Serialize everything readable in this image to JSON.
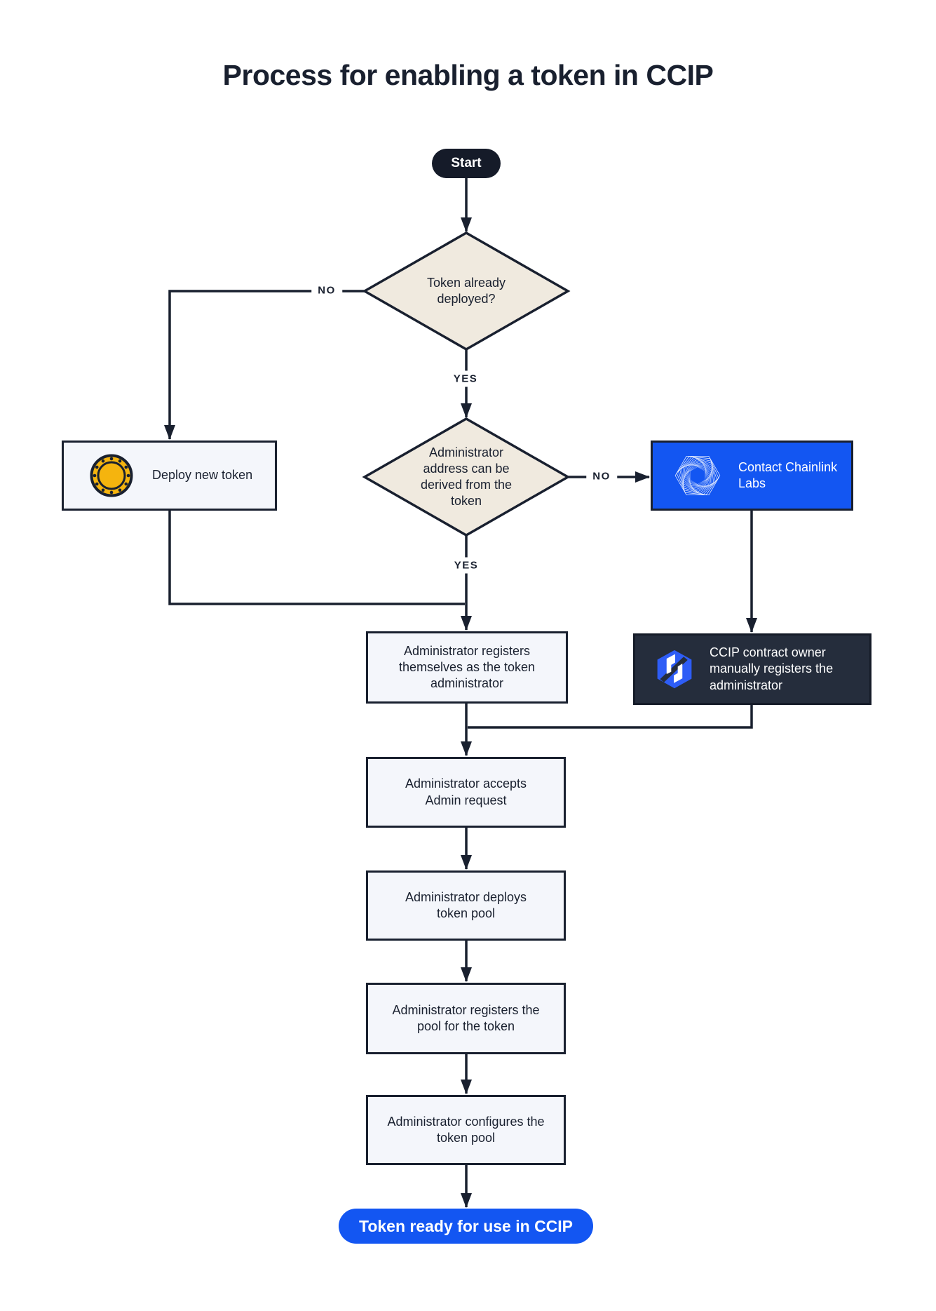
{
  "title": "Process for enabling a token in CCIP",
  "colors": {
    "ink": "#19202F",
    "box_fill": "#F4F6FB",
    "diamond_fill": "#F0EADF",
    "accent_blue": "#1356F2",
    "dark_fill": "#252D3C",
    "start_fill": "#151B29",
    "coin_gold": "#F5B40E",
    "ccip_blue": "#2E5DF6"
  },
  "nodes": {
    "start": {
      "label": "Start"
    },
    "decision_token_deployed": {
      "label": "Token already deployed?"
    },
    "deploy_new_token": {
      "label": "Deploy new token",
      "icon": "coin-icon"
    },
    "decision_admin_derivable": {
      "label": "Administrator address can be derived from the token"
    },
    "contact_chainlink": {
      "label": "Contact Chainlink Labs",
      "icon": "chainlink-labs-icon"
    },
    "admin_registers_self": {
      "label": "Administrator registers themselves as the token administrator"
    },
    "ccip_owner_registers": {
      "label": "CCIP contract owner manually registers the administrator",
      "icon": "ccip-logo-icon"
    },
    "admin_accepts": {
      "label": "Administrator accepts Admin request"
    },
    "admin_deploys_pool": {
      "label": "Administrator deploys token pool"
    },
    "admin_registers_pool": {
      "label": "Administrator registers the pool for the token"
    },
    "admin_configures_pool": {
      "label": "Administrator configures the token pool"
    },
    "token_ready": {
      "label": "Token ready for use in CCIP"
    }
  },
  "edge_labels": {
    "no_deployed": "NO",
    "yes_deployed": "YES",
    "no_derivable": "NO",
    "yes_derivable": "YES"
  }
}
